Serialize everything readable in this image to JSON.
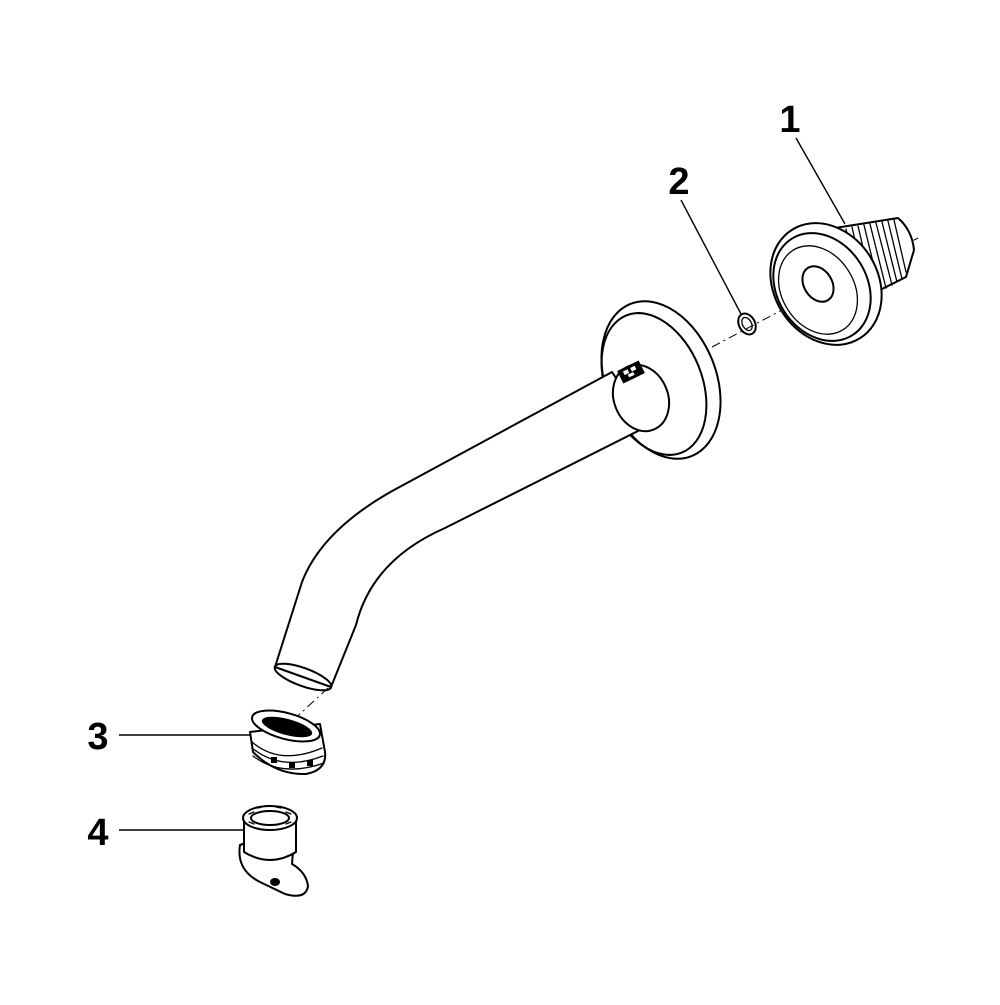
{
  "callouts": [
    {
      "id": "part-1",
      "label": "1"
    },
    {
      "id": "part-2",
      "label": "2"
    },
    {
      "id": "part-3",
      "label": "3"
    },
    {
      "id": "part-4",
      "label": "4"
    }
  ]
}
